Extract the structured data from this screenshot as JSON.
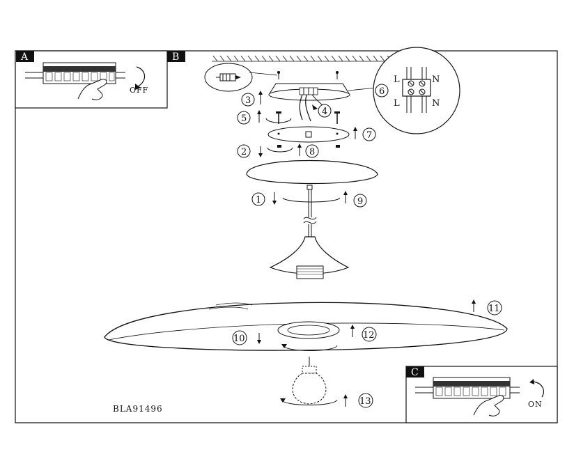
{
  "panels": {
    "a": {
      "label": "A",
      "switch_text": "OFF"
    },
    "b": {
      "label": "B"
    },
    "c": {
      "label": "C",
      "switch_text": "ON"
    }
  },
  "terminal": {
    "live": "L",
    "neutral": "N"
  },
  "steps": [
    "1",
    "2",
    "3",
    "4",
    "5",
    "6",
    "7",
    "8",
    "9",
    "10",
    "11",
    "12",
    "13"
  ],
  "model_code": "BLA91496",
  "icons": [
    "circuit-breaker-icon",
    "hand-icon",
    "rotate-arrow-icon",
    "wall-plug-icon",
    "screw-icon",
    "terminal-block-icon",
    "bulb-icon"
  ]
}
